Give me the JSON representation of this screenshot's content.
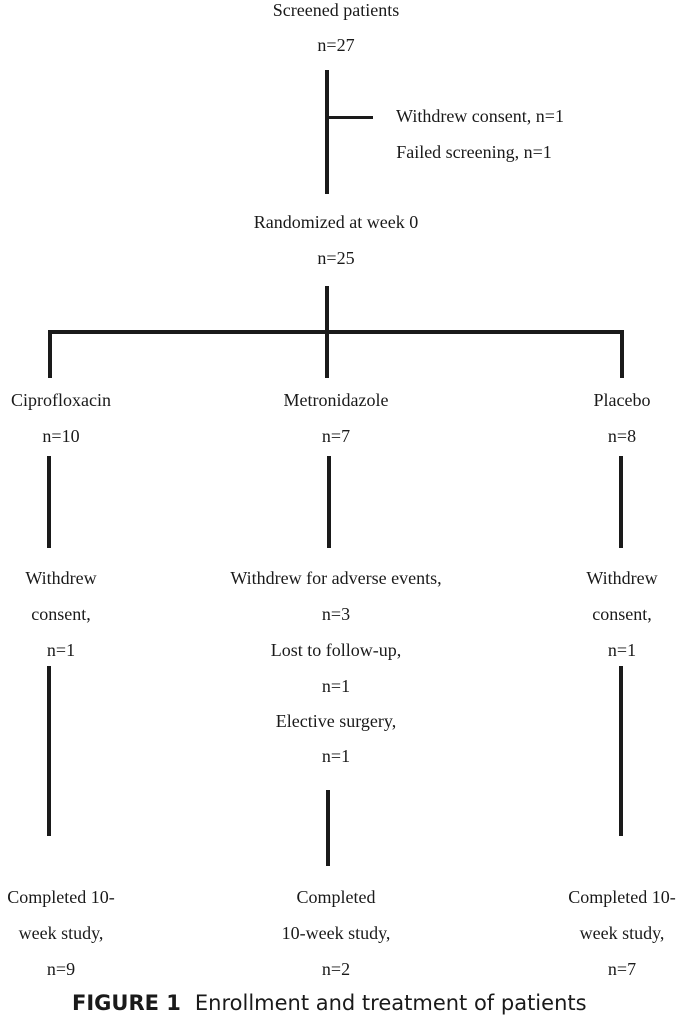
{
  "diagram": {
    "type": "flowchart",
    "screened": {
      "label": "Screened patients",
      "n": "n=27"
    },
    "exclusions": [
      "Withdrew consent, n=1",
      "Failed screening, n=1"
    ],
    "randomized": {
      "label": "Randomized at week 0",
      "n": "n=25"
    },
    "arms": [
      {
        "name": "Ciprofloxacin",
        "n": "n=10",
        "withdrawals": [
          "Withdrew",
          "consent,",
          "n=1"
        ],
        "completed": [
          "Completed 10-",
          "week study,",
          "n=9"
        ]
      },
      {
        "name": "Metronidazole",
        "n": "n=7",
        "withdrawals": [
          "Withdrew for adverse events,",
          "n=3",
          "Lost to follow-up,",
          "n=1",
          "Elective surgery,",
          "n=1"
        ],
        "completed": [
          "Completed",
          "10-week study,",
          "n=2"
        ]
      },
      {
        "name": "Placebo",
        "n": "n=8",
        "withdrawals": [
          "Withdrew",
          "consent,",
          "n=1"
        ],
        "completed": [
          "Completed 10-",
          "week study,",
          "n=7"
        ]
      }
    ]
  },
  "caption": {
    "label": "FIGURE 1",
    "text": "Enrollment and treatment of patients"
  }
}
